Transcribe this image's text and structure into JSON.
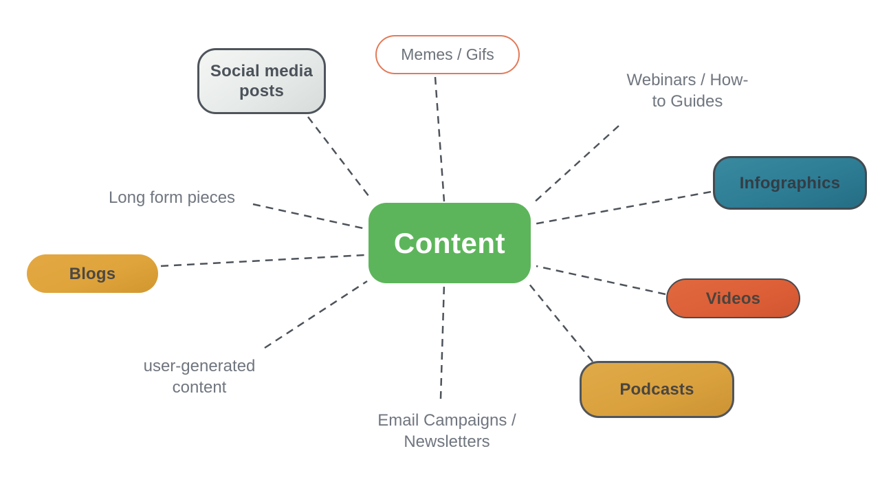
{
  "diagram": {
    "type": "mind-map",
    "background_color": "#ffffff",
    "connector": {
      "color": "#4d535a",
      "style": "dashed"
    },
    "center": {
      "id": "content",
      "label": "Content",
      "fill": "#5db55b",
      "text_color": "#ffffff"
    },
    "nodes": [
      {
        "id": "social-media-posts",
        "label": "Social media posts",
        "shape": "box",
        "fill": "#e9edeb",
        "border": "#4e545b",
        "text_color": "#4b525a"
      },
      {
        "id": "memes-gifs",
        "label": "Memes / Gifs",
        "shape": "pill",
        "fill": "#ffffff",
        "border": "#e27a58",
        "text_color": "#6c727a"
      },
      {
        "id": "webinars-how-to-guides",
        "label": "Webinars / How-to Guides",
        "shape": "text",
        "text_color": "#70767f"
      },
      {
        "id": "infographics",
        "label": "Infographics",
        "shape": "box",
        "fill": "#2d7d95",
        "border": "#434b51",
        "text_color": "#333d45"
      },
      {
        "id": "videos",
        "label": "Videos",
        "shape": "pill",
        "fill": "#dc5e37",
        "border": "#474b50",
        "text_color": "#4a443e"
      },
      {
        "id": "podcasts",
        "label": "Podcasts",
        "shape": "box",
        "fill": "#daa13e",
        "border": "#50555a",
        "text_color": "#4a463f"
      },
      {
        "id": "email-campaigns-newsletters",
        "label": "Email Campaigns / Newsletters",
        "shape": "text",
        "text_color": "#70767f"
      },
      {
        "id": "user-generated-content",
        "label": "user-generated content",
        "shape": "text",
        "text_color": "#70767f"
      },
      {
        "id": "blogs",
        "label": "Blogs",
        "shape": "pill",
        "fill": "#dfa43b",
        "border": "none",
        "text_color": "#4c4845"
      },
      {
        "id": "long-form-pieces",
        "label": "Long form pieces",
        "shape": "text",
        "text_color": "#70767f"
      }
    ],
    "connections": [
      {
        "from": "content",
        "to": "social-media-posts"
      },
      {
        "from": "content",
        "to": "memes-gifs"
      },
      {
        "from": "content",
        "to": "webinars-how-to-guides"
      },
      {
        "from": "content",
        "to": "infographics"
      },
      {
        "from": "content",
        "to": "videos"
      },
      {
        "from": "content",
        "to": "podcasts"
      },
      {
        "from": "content",
        "to": "email-campaigns-newsletters"
      },
      {
        "from": "content",
        "to": "user-generated-content"
      },
      {
        "from": "content",
        "to": "blogs"
      },
      {
        "from": "content",
        "to": "long-form-pieces"
      }
    ]
  }
}
